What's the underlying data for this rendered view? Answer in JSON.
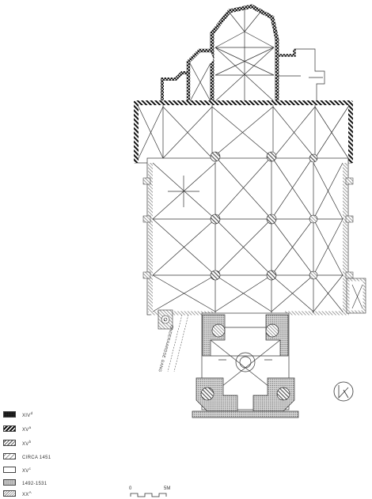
{
  "legend": {
    "items": [
      {
        "period": "XIV",
        "suffix": "d"
      },
      {
        "period": "XV",
        "suffix": "a"
      },
      {
        "period": "XV",
        "suffix": "b"
      },
      {
        "period": "CIRCA 1451",
        "suffix": ""
      },
      {
        "period": "XV",
        "suffix": "c"
      },
      {
        "period": "1492-1531",
        "suffix": ""
      },
      {
        "period": "XX",
        "suffix": "A"
      }
    ]
  },
  "scale_bar": {
    "start": "0",
    "end": "5M"
  },
  "passage_label": "ONDERAARDSE GANG",
  "colors": {
    "line": "#333333",
    "fill": "#ffffff"
  }
}
